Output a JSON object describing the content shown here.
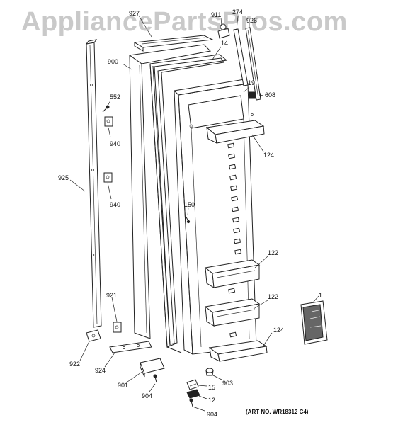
{
  "watermark": "AppliancePartsPros.com",
  "art_number": "(ART NO. WR18312 C4)",
  "callouts": {
    "c927": "927",
    "c911": "911",
    "c274": "274",
    "c926": "926",
    "c14": "14",
    "c900": "900",
    "c19": "19",
    "c608": "608",
    "c552": "552",
    "c940a": "940",
    "c124a": "124",
    "c925": "925",
    "c940b": "940",
    "c150": "150",
    "c122a": "122",
    "c921": "921",
    "c122b": "122",
    "c1": "1",
    "c124b": "124",
    "c922": "922",
    "c924": "924",
    "c901": "901",
    "c903": "903",
    "c904a": "904",
    "c15": "15",
    "c12": "12",
    "c904b": "904"
  }
}
